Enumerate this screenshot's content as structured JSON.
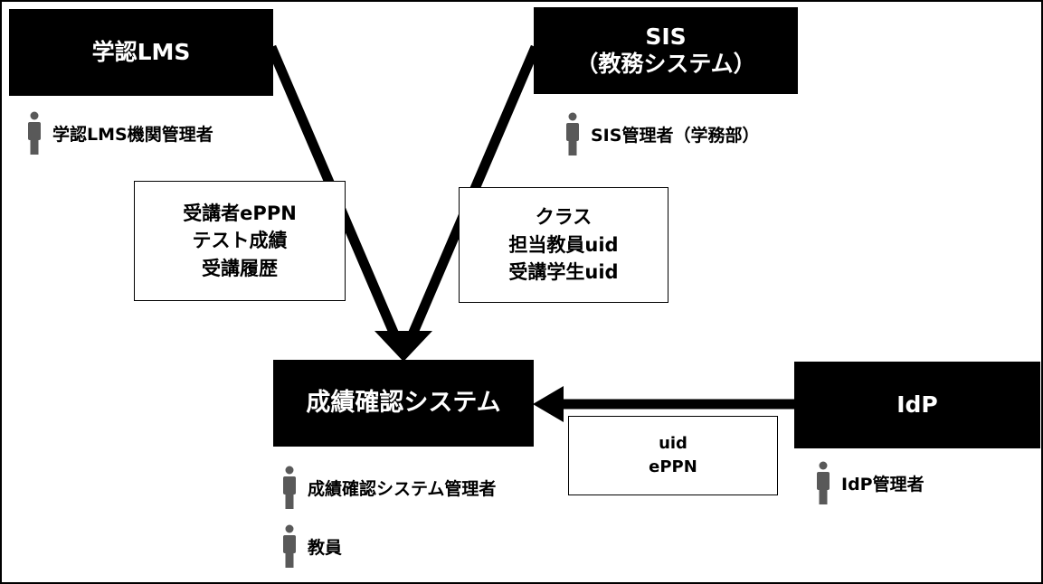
{
  "systems": {
    "lms": "学認LMS",
    "sis": "SIS\n（教務システム）",
    "grade": "成績確認システム",
    "idp": "IdP"
  },
  "actors": {
    "lms_admin": "学認LMS機関管理者",
    "sis_admin": "SIS管理者（学務部）",
    "grade_admin": "成績確認システム管理者",
    "teacher": "教員",
    "idp_admin": "IdP管理者"
  },
  "data_flows": {
    "lms_to_grade": [
      "受講者ePPN",
      "テスト成績",
      "受講履歴"
    ],
    "sis_to_grade": [
      "クラス",
      "担当教員uid",
      "受講学生uid"
    ],
    "idp_to_grade": [
      "uid",
      "ePPN"
    ]
  },
  "icons": {
    "actor": "person-icon"
  },
  "colors": {
    "system_fill": "#000000",
    "system_text": "#ffffff",
    "actor_icon": "#595959"
  }
}
